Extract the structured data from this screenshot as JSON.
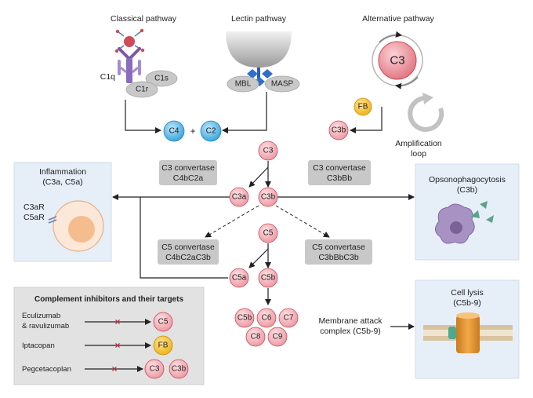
{
  "pathways": {
    "classical": "Classical pathway",
    "lectin": "Lectin pathway",
    "alternative": "Alternative pathway"
  },
  "classical": {
    "c1q": "C1q",
    "c1s": "C1s",
    "c1r": "C1r"
  },
  "lectin": {
    "mbl": "MBL",
    "masp": "MASP"
  },
  "alternative": {
    "c3": "C3",
    "fb": "FB",
    "c3b": "C3b",
    "amplification": [
      "Amplification",
      "loop"
    ]
  },
  "early": {
    "c4": "C4",
    "plus": "+",
    "c2": "C2"
  },
  "cascade": {
    "c3": "C3",
    "c3a": "C3a",
    "c3b": "C3b",
    "c5": "C5",
    "c5a": "C5a",
    "c5b": "C5b",
    "mac_nodes": [
      "C5b",
      "C6",
      "C7",
      "C8",
      "C9"
    ]
  },
  "convertases": {
    "c3_classical": [
      "C3 convertase",
      "C4bC2a"
    ],
    "c3_alternative": [
      "C3 convertase",
      "C3bBb"
    ],
    "c5_classical": [
      "C5 convertase",
      "C4bC2aC3b"
    ],
    "c5_alternative": [
      "C5 convertase",
      "C3bBbC3b"
    ]
  },
  "mac_label": [
    "Membrane attack",
    "complex (C5b-9)"
  ],
  "panels": {
    "inflammation": {
      "title": [
        "Inflammation",
        "(C3a, C5a)"
      ],
      "receptors": [
        "C3aR",
        "C5aR"
      ]
    },
    "opsonophagocytosis": {
      "title": [
        "Opsonophagocytosis",
        "(C3b)"
      ]
    },
    "lysis": {
      "title": [
        "Cell lysis",
        "(C5b-9)"
      ]
    }
  },
  "inhibitors": {
    "title": "Complement inhibitors and their targets",
    "rows": [
      {
        "drug": [
          "Eculizumab",
          "& ravulizumab"
        ],
        "targets": [
          "C5"
        ]
      },
      {
        "drug": [
          "Iptacopan"
        ],
        "targets": [
          "FB"
        ]
      },
      {
        "drug": [
          "Pegcetacoplan"
        ],
        "targets": [
          "C3",
          "C3b"
        ]
      }
    ]
  },
  "colors": {
    "complement_node": "#f4b6bd",
    "complement_stroke": "#c94a57",
    "early_node": "#5db8e6",
    "fb_node": "#f5c02a",
    "convertase_box": "#c8c8c8",
    "panel_bg": "#e6eef8",
    "inhibitor_bg": "#e2e2e2",
    "inhibit_x": "#c8324a"
  }
}
